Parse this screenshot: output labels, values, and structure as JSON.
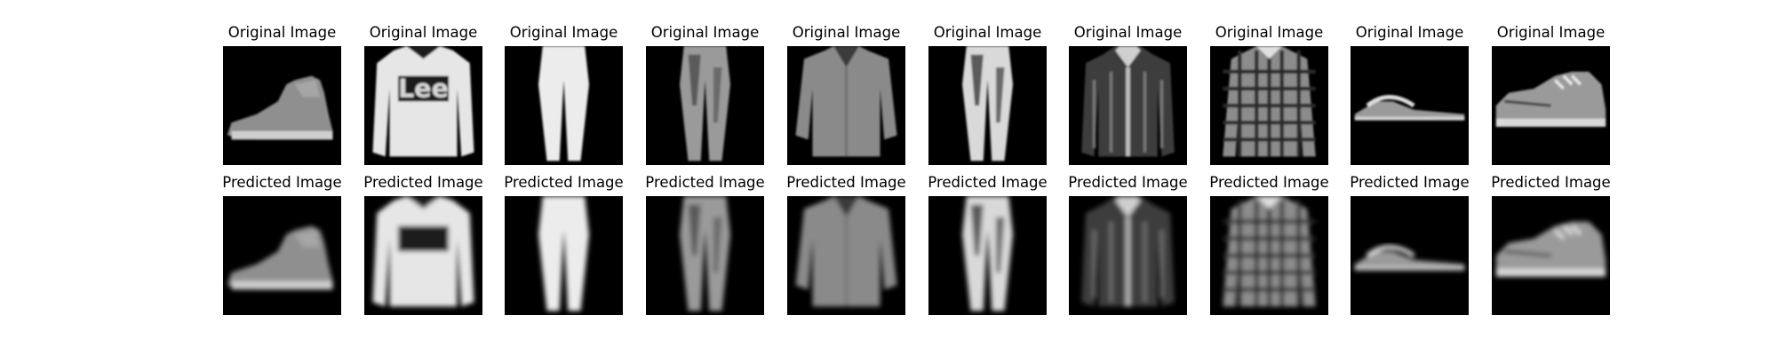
{
  "figure": {
    "colors": {
      "background": "#000000",
      "figure_bg": "#ffffff"
    },
    "rows": [
      {
        "row_id": "original",
        "titles": [
          "Original Image",
          "Original Image",
          "Original Image",
          "Original Image",
          "Original Image",
          "Original Image",
          "Original Image",
          "Original Image",
          "Original Image",
          "Original Image"
        ]
      },
      {
        "row_id": "predicted",
        "titles": [
          "Predicted Image",
          "Predicted Image",
          "Predicted Image",
          "Predicted Image",
          "Predicted Image",
          "Predicted Image",
          "Predicted Image",
          "Predicted Image",
          "Predicted Image",
          "Predicted Image"
        ]
      }
    ],
    "items": [
      "ankle-boot",
      "sweater",
      "trousers",
      "trousers-faint",
      "shirt",
      "trousers-light",
      "jacket",
      "plaid-shirt",
      "sandal",
      "sneaker"
    ],
    "original_logo_text": "Lee"
  }
}
